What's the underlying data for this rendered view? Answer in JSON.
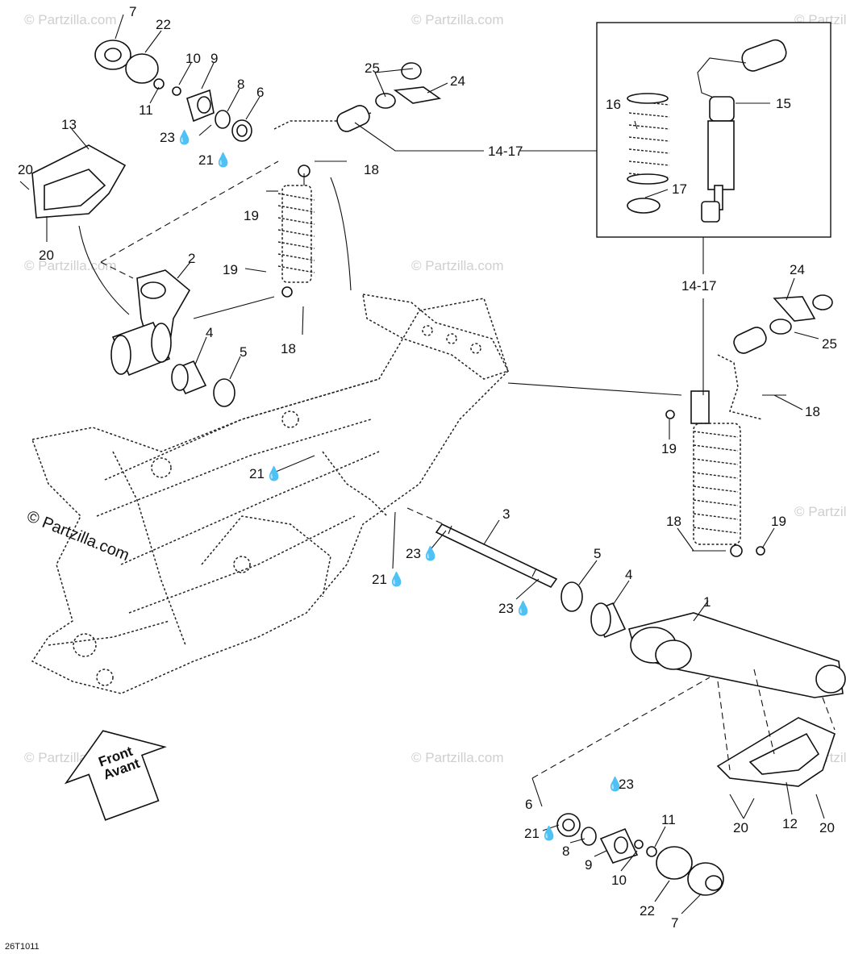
{
  "diagram": {
    "drawing_code": "26T1011",
    "watermarks": [
      "© Partzilla.com"
    ],
    "front_arrow": {
      "line1": "Front",
      "line2": "Avant"
    },
    "grease_symbol": "💧",
    "callouts": {
      "c1": "1",
      "c2": "2",
      "c3": "3",
      "c4a": "4",
      "c4b": "4",
      "c5a": "5",
      "c5b": "5",
      "c6a": "6",
      "c6b": "6",
      "c7a": "7",
      "c7b": "7",
      "c8a": "8",
      "c8b": "8",
      "c9a": "9",
      "c9b": "9",
      "c10a": "10",
      "c10b": "10",
      "c11a": "11",
      "c11b": "11",
      "c12": "12",
      "c13": "13",
      "c14a": "14-17",
      "c14b": "14-17",
      "c15": "15",
      "c16": "16",
      "c17": "17",
      "c18a": "18",
      "c18b": "18",
      "c18c": "18",
      "c18d": "18",
      "c19a": "19",
      "c19b": "19",
      "c19c": "19",
      "c19d": "19",
      "c20a": "20",
      "c20b": "20",
      "c20c": "20",
      "c20d": "20",
      "c21a": "21",
      "c21b": "21",
      "c21c": "21",
      "c21d": "21",
      "c22a": "22",
      "c22b": "22",
      "c23a": "23",
      "c23b": "23",
      "c23c": "23",
      "c23d": "23",
      "c24a": "24",
      "c24b": "24",
      "c25a": "25",
      "c25b": "25"
    }
  }
}
